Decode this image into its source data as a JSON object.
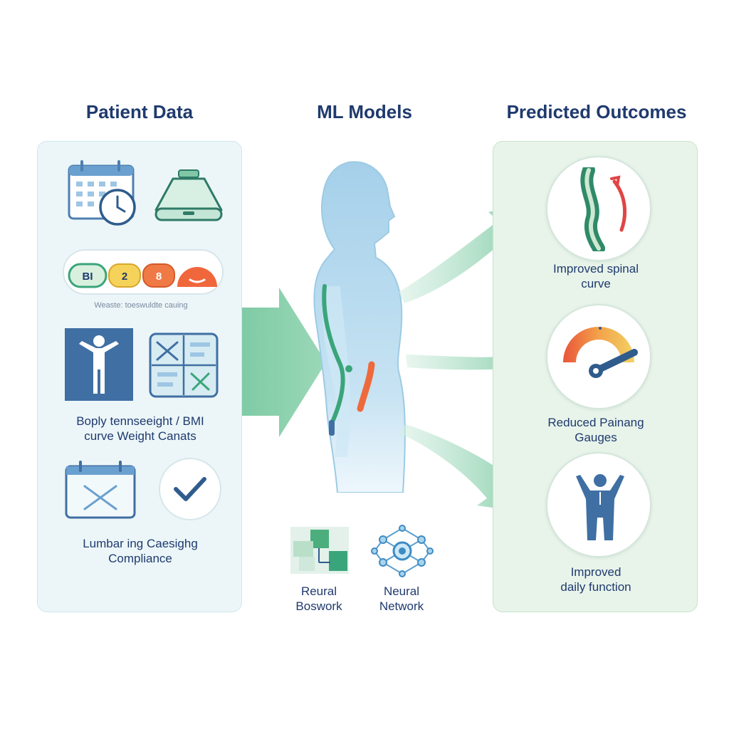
{
  "columns": {
    "left": {
      "title": "Patient Data"
    },
    "middle": {
      "title": "ML Models"
    },
    "right": {
      "title": "Predicted Outcomes"
    }
  },
  "patient_data": {
    "pills": [
      "BI",
      "2",
      "8"
    ],
    "pill_caption": "Weaste: toeswuldte cauing",
    "xray_caption": "Boply tennseeight / BMI\ncurve Weight Canats",
    "compliance_caption": "Lumbar ing Caesighg\nCompliance"
  },
  "models": [
    {
      "label": "Reural\nBoswork"
    },
    {
      "label": "Neural\nNetwork"
    }
  ],
  "outcomes": [
    {
      "label": "Improved spinal\ncurve"
    },
    {
      "label": "Reduced Painang\nGauges"
    },
    {
      "label": "Improved\ndaily function"
    }
  ],
  "colors": {
    "navy": "#1f3a6e",
    "teal_green": "#3aa57a",
    "arrow_green": "#8fd3b0",
    "body_blue": "#a9d4ea",
    "accent_orange": "#ee6a3c",
    "accent_red": "#e04545",
    "accent_yellow": "#f2c94c"
  }
}
